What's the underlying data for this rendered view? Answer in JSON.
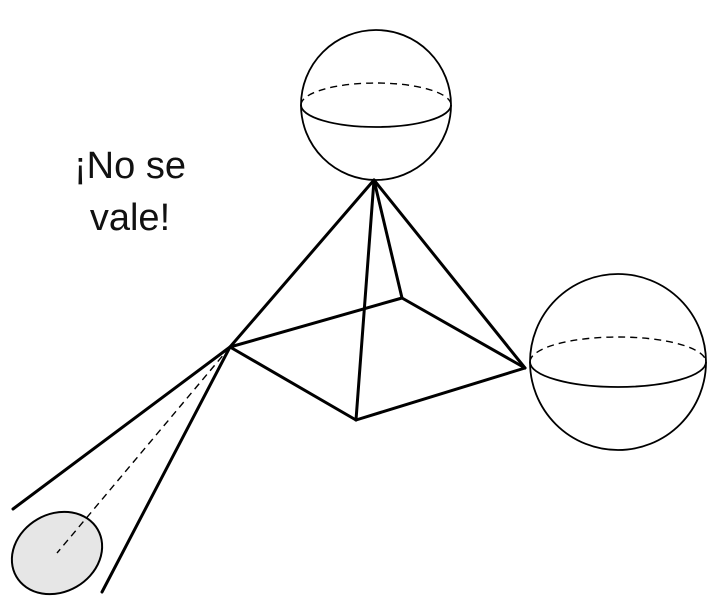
{
  "caption": {
    "line1": "¡No se",
    "line2": "vale!"
  },
  "colors": {
    "stroke": "#000000",
    "cone_base_fill": "#e6e6e6",
    "background": "#ffffff"
  },
  "figures": [
    "sphere",
    "pyramid",
    "sphere",
    "cone"
  ]
}
